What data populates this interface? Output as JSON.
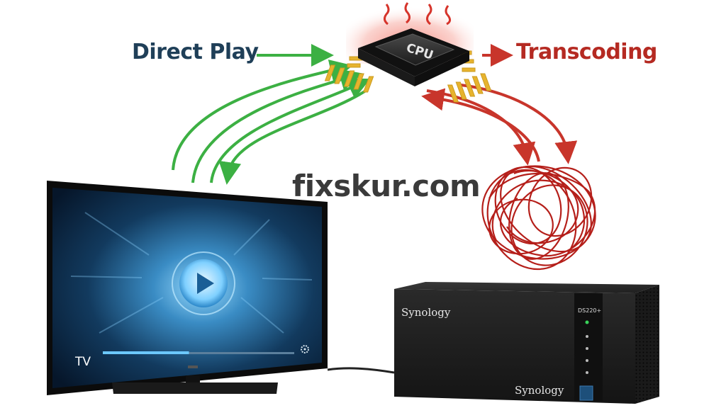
{
  "labels": {
    "direct_play": "Direct Play",
    "transcoding": "Transcoding",
    "cpu": "CPU",
    "tv": "TV",
    "watermark": "fixskur.com",
    "nas_brand_top": "Synology",
    "nas_brand_bottom": "Synology",
    "nas_model": "DS220+"
  },
  "colors": {
    "direct_play_arrows": "#3cb043",
    "transcoding_arrows": "#c8352b",
    "cpu_pins": "#e7b32e",
    "heat_glow": "#f7a9a0",
    "tangle": "#b51f1a",
    "screen_glow": "#58b9ef",
    "nas_body": "#232323"
  },
  "icons": [
    "cpu-chip-icon",
    "heat-waves-icon",
    "play-icon",
    "settings-gear-icon",
    "led-indicator-icon"
  ],
  "progress": {
    "played_fraction": 0.45
  }
}
